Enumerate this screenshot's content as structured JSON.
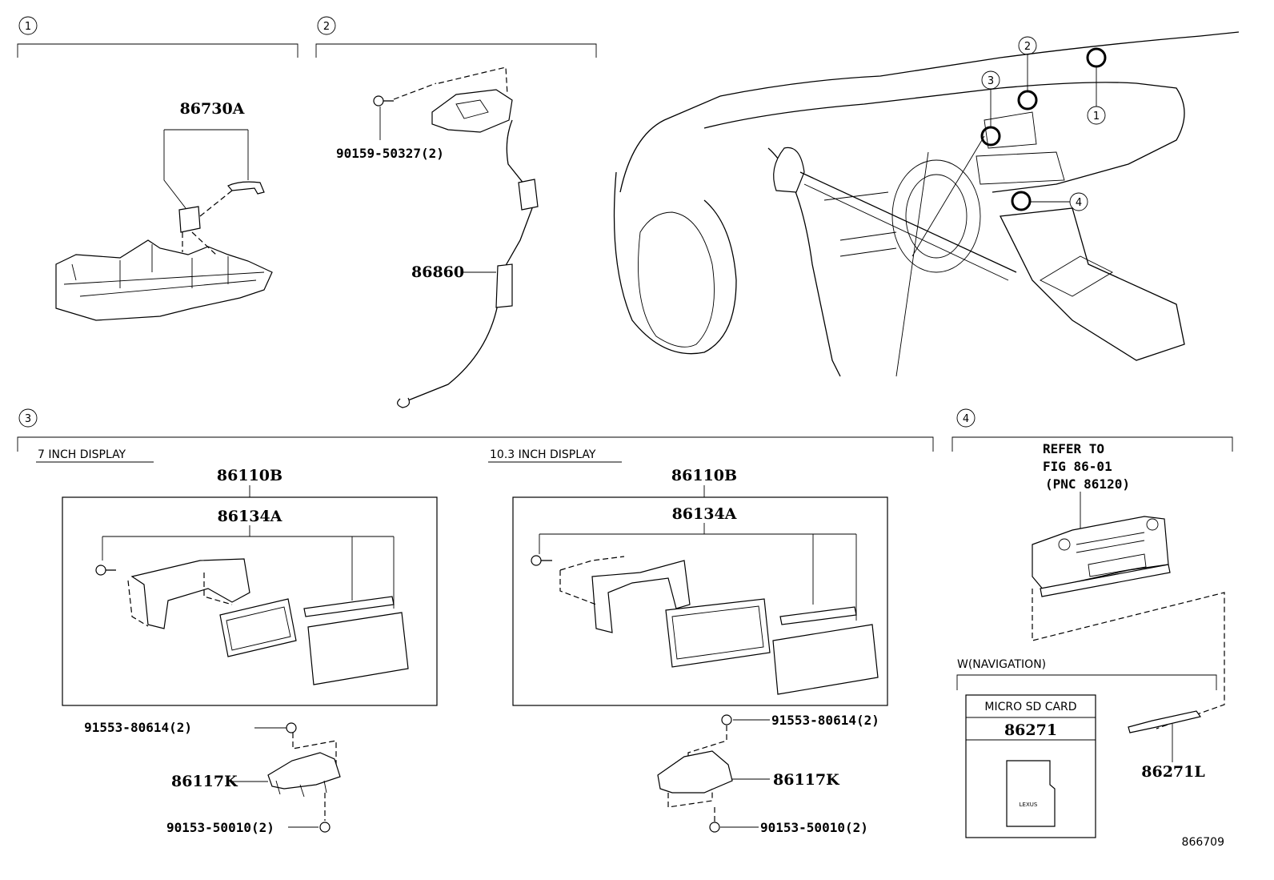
{
  "sections": {
    "s1": "1",
    "s2": "2",
    "s3": "3",
    "s4": "4"
  },
  "overview_callouts": {
    "c1": "1",
    "c2": "2",
    "c3": "3",
    "c4": "4"
  },
  "parts": {
    "p86730A": "86730A",
    "p90159": "90159-50327(2)",
    "p86860": "86860",
    "p86110B_a": "86110B",
    "p86134A_a": "86134A",
    "p91553_a": "91553-80614(2)",
    "p86117K_a": "86117K",
    "p90153_a": "90153-50010(2)",
    "p86110B_b": "86110B",
    "p86134A_b": "86134A",
    "p91553_b": "91553-80614(2)",
    "p86117K_b": "86117K",
    "p90153_b": "90153-50010(2)",
    "p86271": "86271",
    "p86271L": "86271L"
  },
  "labels": {
    "display7": "7 INCH DISPLAY",
    "display10": "10.3 INCH DISPLAY",
    "refer1": "REFER TO",
    "refer2": "FIG 86-01",
    "refer3": "(PNC 86120)",
    "wnav": "W(NAVIGATION)",
    "microsd": "MICRO SD CARD",
    "card_logo": "LEXUS",
    "fig_no": "866709"
  }
}
